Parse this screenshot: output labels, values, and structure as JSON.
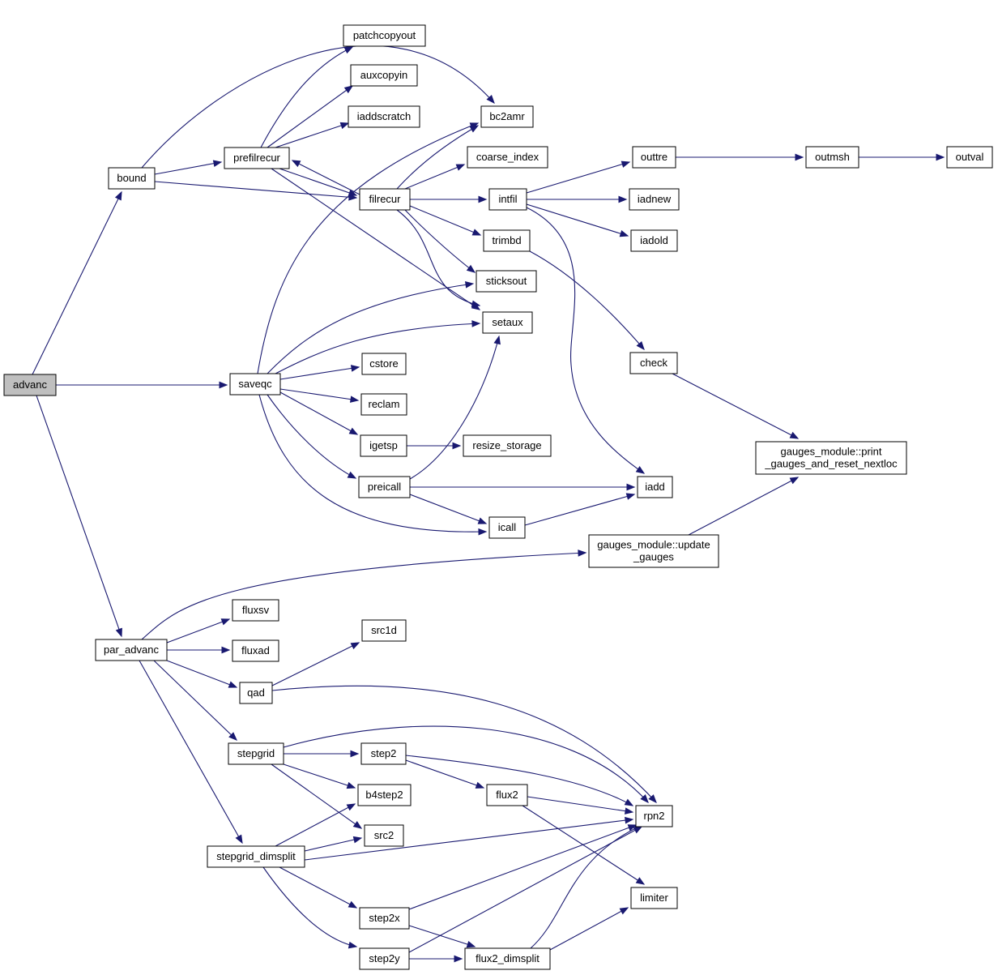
{
  "colors": {
    "edge": "#191970",
    "node_fill": "#ffffff",
    "root_fill": "#bfbfbf",
    "node_border": "#000000"
  },
  "nodes": [
    {
      "id": "advanc",
      "lines": [
        "advanc"
      ],
      "root": true
    },
    {
      "id": "bound",
      "lines": [
        "bound"
      ]
    },
    {
      "id": "saveqc",
      "lines": [
        "saveqc"
      ]
    },
    {
      "id": "par_advanc",
      "lines": [
        "par_advanc"
      ]
    },
    {
      "id": "prefilrecur",
      "lines": [
        "prefilrecur"
      ]
    },
    {
      "id": "patchcopyout",
      "lines": [
        "patchcopyout"
      ]
    },
    {
      "id": "auxcopyin",
      "lines": [
        "auxcopyin"
      ]
    },
    {
      "id": "iaddscratch",
      "lines": [
        "iaddscratch"
      ]
    },
    {
      "id": "bc2amr",
      "lines": [
        "bc2amr"
      ]
    },
    {
      "id": "filrecur",
      "lines": [
        "filrecur"
      ]
    },
    {
      "id": "coarse_index",
      "lines": [
        "coarse_index"
      ]
    },
    {
      "id": "intfil",
      "lines": [
        "intfil"
      ]
    },
    {
      "id": "trimbd",
      "lines": [
        "trimbd"
      ]
    },
    {
      "id": "sticksout",
      "lines": [
        "sticksout"
      ]
    },
    {
      "id": "setaux",
      "lines": [
        "setaux"
      ]
    },
    {
      "id": "outtre",
      "lines": [
        "outtre"
      ]
    },
    {
      "id": "outmsh",
      "lines": [
        "outmsh"
      ]
    },
    {
      "id": "outval",
      "lines": [
        "outval"
      ]
    },
    {
      "id": "iadnew",
      "lines": [
        "iadnew"
      ]
    },
    {
      "id": "iadold",
      "lines": [
        "iadold"
      ]
    },
    {
      "id": "check",
      "lines": [
        "check"
      ]
    },
    {
      "id": "print_gauges",
      "lines": [
        "gauges_module::print",
        "_gauges_and_reset_nextloc"
      ]
    },
    {
      "id": "cstore",
      "lines": [
        "cstore"
      ]
    },
    {
      "id": "reclam",
      "lines": [
        "reclam"
      ]
    },
    {
      "id": "igetsp",
      "lines": [
        "igetsp"
      ]
    },
    {
      "id": "resize_storage",
      "lines": [
        "resize_storage"
      ]
    },
    {
      "id": "preicall",
      "lines": [
        "preicall"
      ]
    },
    {
      "id": "iadd",
      "lines": [
        "iadd"
      ]
    },
    {
      "id": "icall",
      "lines": [
        "icall"
      ]
    },
    {
      "id": "update_gauges",
      "lines": [
        "gauges_module::update",
        "_gauges"
      ]
    },
    {
      "id": "fluxsv",
      "lines": [
        "fluxsv"
      ]
    },
    {
      "id": "fluxad",
      "lines": [
        "fluxad"
      ]
    },
    {
      "id": "src1d",
      "lines": [
        "src1d"
      ]
    },
    {
      "id": "qad",
      "lines": [
        "qad"
      ]
    },
    {
      "id": "stepgrid",
      "lines": [
        "stepgrid"
      ]
    },
    {
      "id": "step2",
      "lines": [
        "step2"
      ]
    },
    {
      "id": "b4step2",
      "lines": [
        "b4step2"
      ]
    },
    {
      "id": "flux2",
      "lines": [
        "flux2"
      ]
    },
    {
      "id": "src2",
      "lines": [
        "src2"
      ]
    },
    {
      "id": "rpn2",
      "lines": [
        "rpn2"
      ]
    },
    {
      "id": "stepgrid_dimsplit",
      "lines": [
        "stepgrid_dimsplit"
      ]
    },
    {
      "id": "limiter",
      "lines": [
        "limiter"
      ]
    },
    {
      "id": "step2x",
      "lines": [
        "step2x"
      ]
    },
    {
      "id": "step2y",
      "lines": [
        "step2y"
      ]
    },
    {
      "id": "flux2_dimsplit",
      "lines": [
        "flux2_dimsplit"
      ]
    }
  ],
  "edges": [
    [
      "advanc",
      "bound"
    ],
    [
      "advanc",
      "saveqc"
    ],
    [
      "advanc",
      "par_advanc"
    ],
    [
      "bound",
      "prefilrecur"
    ],
    [
      "bound",
      "filrecur"
    ],
    [
      "bound",
      "bc2amr"
    ],
    [
      "prefilrecur",
      "patchcopyout"
    ],
    [
      "prefilrecur",
      "auxcopyin"
    ],
    [
      "prefilrecur",
      "iaddscratch"
    ],
    [
      "prefilrecur",
      "filrecur"
    ],
    [
      "prefilrecur",
      "setaux"
    ],
    [
      "filrecur",
      "prefilrecur"
    ],
    [
      "filrecur",
      "bc2amr"
    ],
    [
      "filrecur",
      "coarse_index"
    ],
    [
      "filrecur",
      "intfil"
    ],
    [
      "filrecur",
      "trimbd"
    ],
    [
      "filrecur",
      "sticksout"
    ],
    [
      "filrecur",
      "setaux"
    ],
    [
      "intfil",
      "outtre"
    ],
    [
      "intfil",
      "iadnew"
    ],
    [
      "intfil",
      "iadold"
    ],
    [
      "intfil",
      "iadd"
    ],
    [
      "outtre",
      "outmsh"
    ],
    [
      "outmsh",
      "outval"
    ],
    [
      "trimbd",
      "check"
    ],
    [
      "check",
      "print_gauges"
    ],
    [
      "saveqc",
      "bc2amr"
    ],
    [
      "saveqc",
      "sticksout"
    ],
    [
      "saveqc",
      "setaux"
    ],
    [
      "saveqc",
      "cstore"
    ],
    [
      "saveqc",
      "reclam"
    ],
    [
      "saveqc",
      "igetsp"
    ],
    [
      "saveqc",
      "preicall"
    ],
    [
      "saveqc",
      "icall"
    ],
    [
      "igetsp",
      "resize_storage"
    ],
    [
      "preicall",
      "setaux"
    ],
    [
      "preicall",
      "iadd"
    ],
    [
      "preicall",
      "icall"
    ],
    [
      "icall",
      "iadd"
    ],
    [
      "par_advanc",
      "update_gauges"
    ],
    [
      "par_advanc",
      "fluxsv"
    ],
    [
      "par_advanc",
      "fluxad"
    ],
    [
      "par_advanc",
      "qad"
    ],
    [
      "par_advanc",
      "stepgrid"
    ],
    [
      "par_advanc",
      "stepgrid_dimsplit"
    ],
    [
      "update_gauges",
      "print_gauges"
    ],
    [
      "qad",
      "src1d"
    ],
    [
      "qad",
      "rpn2"
    ],
    [
      "stepgrid",
      "step2"
    ],
    [
      "stepgrid",
      "b4step2"
    ],
    [
      "stepgrid",
      "src2"
    ],
    [
      "stepgrid",
      "rpn2"
    ],
    [
      "step2",
      "flux2"
    ],
    [
      "step2",
      "rpn2"
    ],
    [
      "flux2",
      "rpn2"
    ],
    [
      "flux2",
      "limiter"
    ],
    [
      "stepgrid_dimsplit",
      "b4step2"
    ],
    [
      "stepgrid_dimsplit",
      "src2"
    ],
    [
      "stepgrid_dimsplit",
      "rpn2"
    ],
    [
      "stepgrid_dimsplit",
      "step2x"
    ],
    [
      "stepgrid_dimsplit",
      "step2y"
    ],
    [
      "step2x",
      "rpn2"
    ],
    [
      "step2x",
      "flux2_dimsplit"
    ],
    [
      "step2y",
      "flux2_dimsplit"
    ],
    [
      "step2y",
      "rpn2"
    ],
    [
      "flux2_dimsplit",
      "rpn2"
    ],
    [
      "flux2_dimsplit",
      "limiter"
    ]
  ]
}
